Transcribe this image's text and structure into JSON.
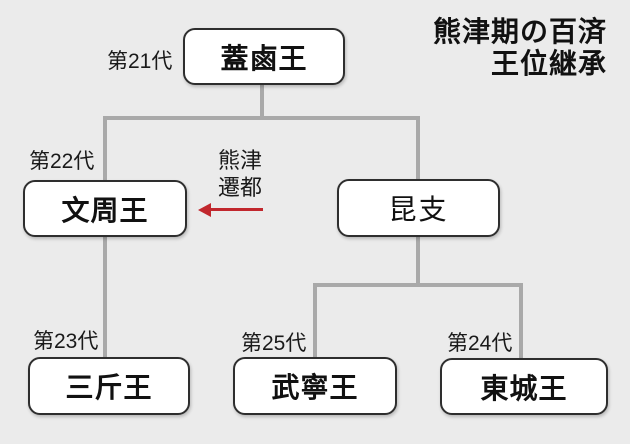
{
  "title": {
    "line1": "熊津期の百済",
    "line2": "王位継承"
  },
  "nodes": {
    "gaero": {
      "name": "蓋鹵王",
      "generation": "第21代"
    },
    "munju": {
      "name": "文周王",
      "generation": "第22代"
    },
    "gonji": {
      "name": "昆支"
    },
    "samgeun": {
      "name": "三斤王",
      "generation": "第23代"
    },
    "muryeong": {
      "name": "武寧王",
      "generation": "第25代"
    },
    "dongseong": {
      "name": "東城王",
      "generation": "第24代"
    }
  },
  "annotation": {
    "line1": "熊津",
    "line2": "遷都"
  },
  "colors": {
    "background": "#ebebeb",
    "box_fill": "#ffffff",
    "box_border": "#2e2e2e",
    "connector": "#a9a9a9",
    "arrow_red": "#c1272d",
    "text": "#1a1a1a"
  }
}
